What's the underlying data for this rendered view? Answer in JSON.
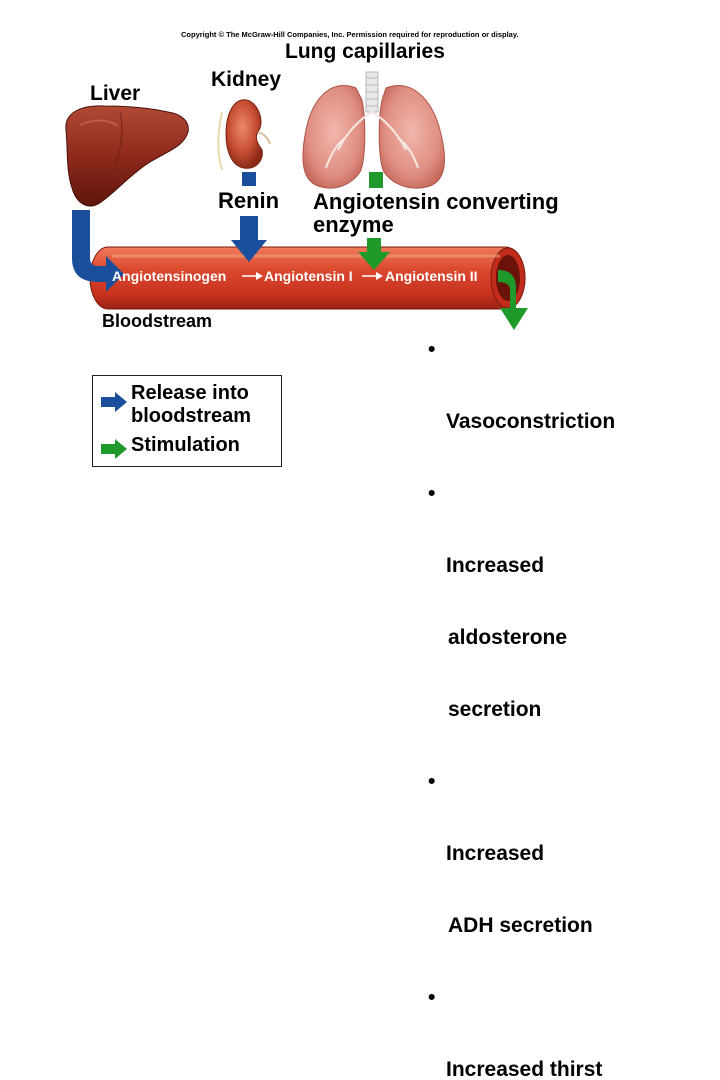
{
  "copyright": "Copyright © The McGraw-Hill Companies, Inc. Permission required for reproduction or display.",
  "organs": {
    "liver": "Liver",
    "kidney": "Kidney",
    "lungs": "Lung capillaries"
  },
  "enzymes": {
    "renin": "Renin",
    "ace_line1": "Angiotensin converting",
    "ace_line2": "enzyme"
  },
  "vessel": {
    "label": "Bloodstream",
    "molecules": [
      "Angiotensinogen",
      "Angiotensin I",
      "Angiotensin II"
    ]
  },
  "effects": [
    {
      "line1": "Vasoconstriction"
    },
    {
      "line1": "Increased",
      "line2": "aldosterone",
      "line3": "secretion"
    },
    {
      "line1": "Increased",
      "line2": "ADH secretion"
    },
    {
      "line1": "Increased thirst"
    }
  ],
  "legend": {
    "release_line1": "Release into",
    "release_line2": "bloodstream",
    "stimulation": "Stimulation"
  },
  "colors": {
    "release_arrow": "#1b4f9c",
    "stimulation_arrow": "#1f9a2a",
    "vessel": "#d9432c",
    "liver": "#8e2a1c",
    "kidney": "#c94f34",
    "lung": "#e79a90"
  },
  "icons": {
    "release": "blue-arrow-icon",
    "stimulation": "green-arrow-icon"
  }
}
